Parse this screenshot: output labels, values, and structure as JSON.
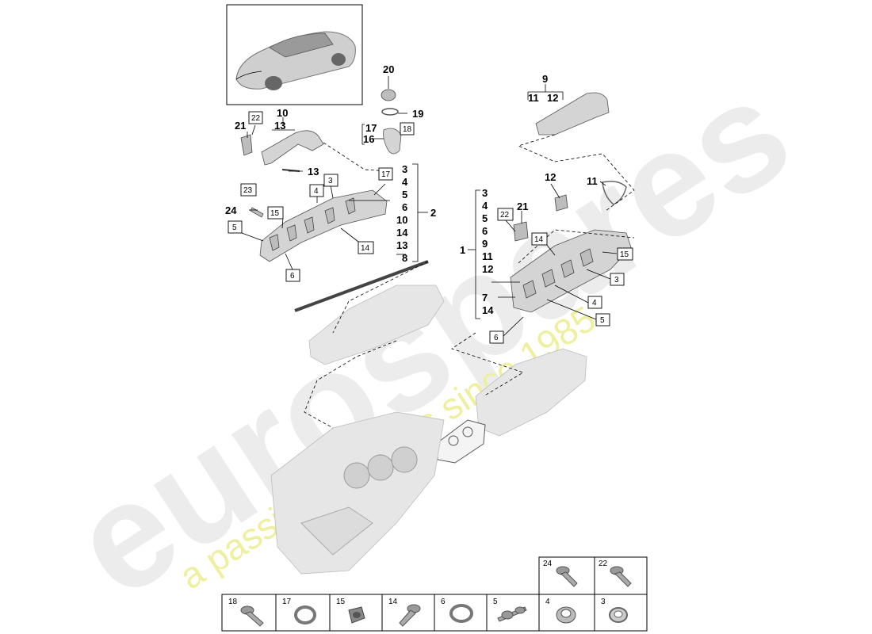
{
  "watermark": {
    "brand": "eurospares",
    "tagline": "a passion for parts since 1985"
  },
  "callouts": {
    "c20": "20",
    "c19": "19",
    "c16": "16",
    "c17a": "17",
    "c18a": "18",
    "c17b": "17",
    "c10": "10",
    "c13a": "13",
    "c21a": "21",
    "c22a": "22",
    "c13b": "13",
    "c3a": "3",
    "c4a": "4",
    "c23": "23",
    "c24": "24",
    "c15a": "15",
    "c5a": "5",
    "c6a": "6",
    "c14a": "14",
    "c2": "2",
    "c9": "9",
    "c11a": "11",
    "c12a": "12",
    "c12b": "12",
    "c11b": "11",
    "c21b": "21",
    "c22b": "22",
    "c14b": "14",
    "c15b": "15",
    "c3b": "3",
    "c4b": "4",
    "c5b": "5",
    "c6b": "6",
    "c1": "1",
    "c7": "7"
  },
  "group2_list": [
    "3",
    "4",
    "5",
    "6",
    "10",
    "14",
    "13",
    "8"
  ],
  "group1_list": [
    "3",
    "4",
    "5",
    "6",
    "9",
    "11",
    "12"
  ],
  "group1_extra": [
    "7",
    "14"
  ],
  "fastener_table": {
    "top_row": [
      {
        "num": "24",
        "icon": "bolt-icon"
      },
      {
        "num": "22",
        "icon": "bolt-icon"
      }
    ],
    "bottom_row": [
      {
        "num": "18",
        "icon": "bolt-icon"
      },
      {
        "num": "17",
        "icon": "seal-ring-icon"
      },
      {
        "num": "15",
        "icon": "plug-icon"
      },
      {
        "num": "14",
        "icon": "bolt-icon"
      },
      {
        "num": "6",
        "icon": "seal-ring-icon"
      },
      {
        "num": "5",
        "icon": "stud-bolt-icon"
      },
      {
        "num": "4",
        "icon": "sleeve-icon"
      },
      {
        "num": "3",
        "icon": "seal-ring-icon"
      }
    ]
  }
}
